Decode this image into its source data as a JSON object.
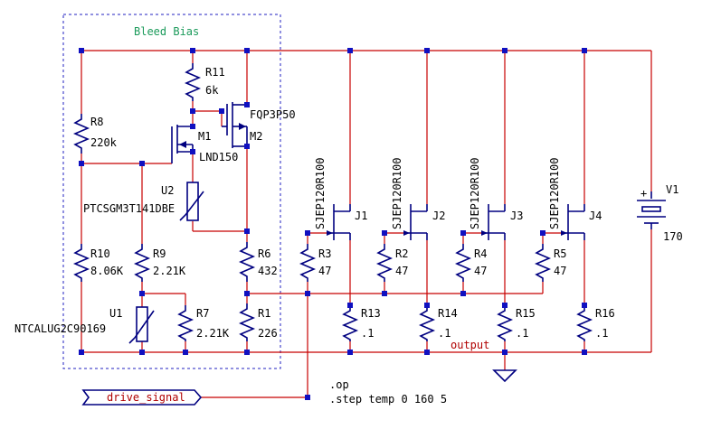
{
  "block_title": "Bleed Bias",
  "components": {
    "R11": {
      "ref": "R11",
      "value": "6k"
    },
    "R8": {
      "ref": "R8",
      "value": "220k"
    },
    "M1": {
      "ref": "M1",
      "value": "LND150"
    },
    "M2": {
      "ref": "M2",
      "value": "FQP3P50"
    },
    "U2": {
      "ref": "U2",
      "value": "PTCSGM3T141DBE"
    },
    "R10": {
      "ref": "R10",
      "value": "8.06K"
    },
    "R9": {
      "ref": "R9",
      "value": "2.21K"
    },
    "R6": {
      "ref": "R6",
      "value": "432"
    },
    "U1": {
      "ref": "U1",
      "value": "NTCALUG2C90169"
    },
    "R7": {
      "ref": "R7",
      "value": "2.21K"
    },
    "R1": {
      "ref": "R1",
      "value": "226"
    },
    "R3": {
      "ref": "R3",
      "value": "47"
    },
    "R2": {
      "ref": "R2",
      "value": "47"
    },
    "R4": {
      "ref": "R4",
      "value": "47"
    },
    "R5": {
      "ref": "R5",
      "value": "47"
    },
    "J1": {
      "ref": "J1",
      "value": "SJEP120R100"
    },
    "J2": {
      "ref": "J2",
      "value": "SJEP120R100"
    },
    "J3": {
      "ref": "J3",
      "value": "SJEP120R100"
    },
    "J4": {
      "ref": "J4",
      "value": "SJEP120R100"
    },
    "R13": {
      "ref": "R13",
      "value": ".1"
    },
    "R14": {
      "ref": "R14",
      "value": ".1"
    },
    "R15": {
      "ref": "R15",
      "value": ".1"
    },
    "R16": {
      "ref": "R16",
      "value": ".1"
    },
    "V1": {
      "ref": "V1",
      "value": "170"
    }
  },
  "net_labels": {
    "output": "output",
    "drive_signal": "drive_signal"
  },
  "directives": [
    ".op",
    ".step temp 0 160 5"
  ],
  "colors": {
    "wire": "#c80000",
    "component": "#000080",
    "dashed_box": "#2020c0",
    "label_text": "#000000",
    "title_text": "#1a9a5a"
  }
}
